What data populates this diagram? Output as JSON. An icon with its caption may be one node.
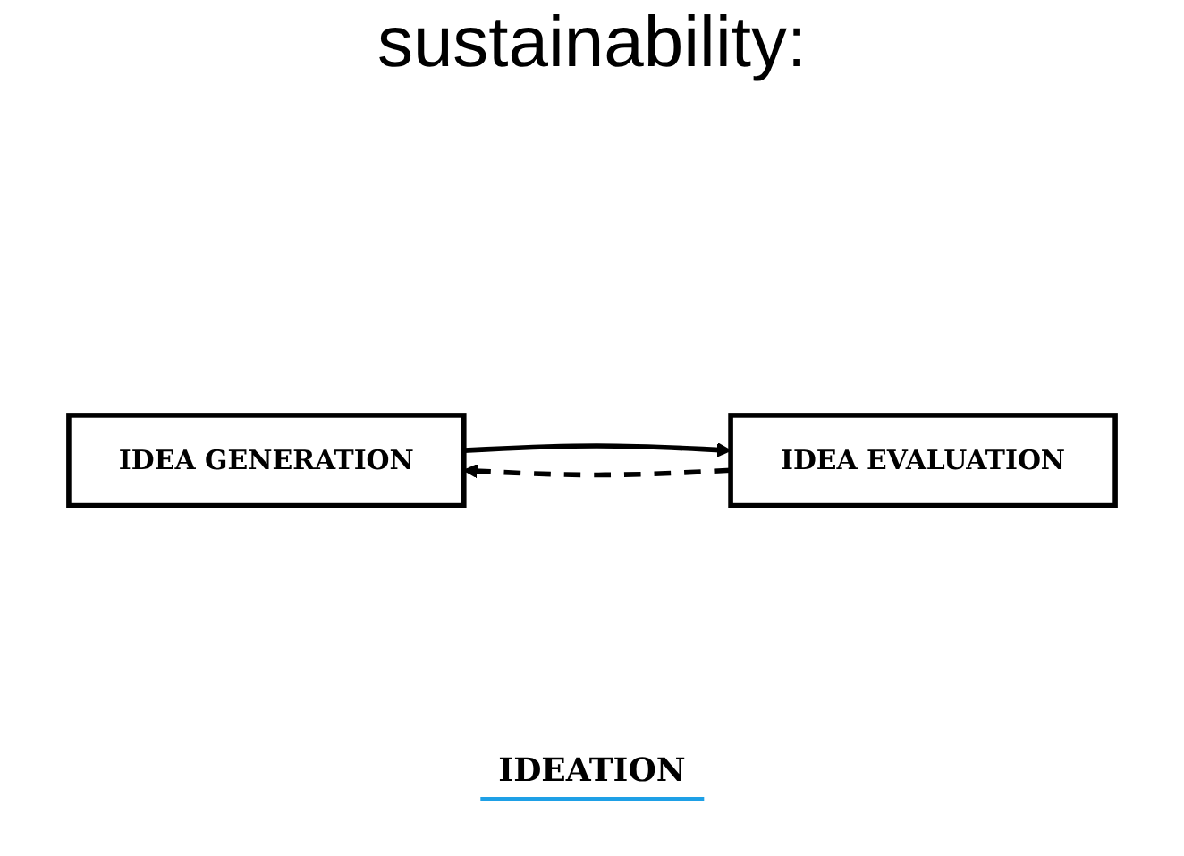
{
  "diagram": {
    "nodes": [
      {
        "text": [
          "IDEA GENERATION"
        ]
      },
      {
        "text": [
          "IDEA EVALUATION"
        ]
      }
    ],
    "edges": [
      {
        "from": 0,
        "to": 1,
        "arrow": "to"
      },
      {
        "from": 1,
        "to": 0,
        "arrow": "to",
        "style": "dashed"
      }
    ],
    "labels": [
      "sustainability:",
      "IDEATION"
    ]
  }
}
